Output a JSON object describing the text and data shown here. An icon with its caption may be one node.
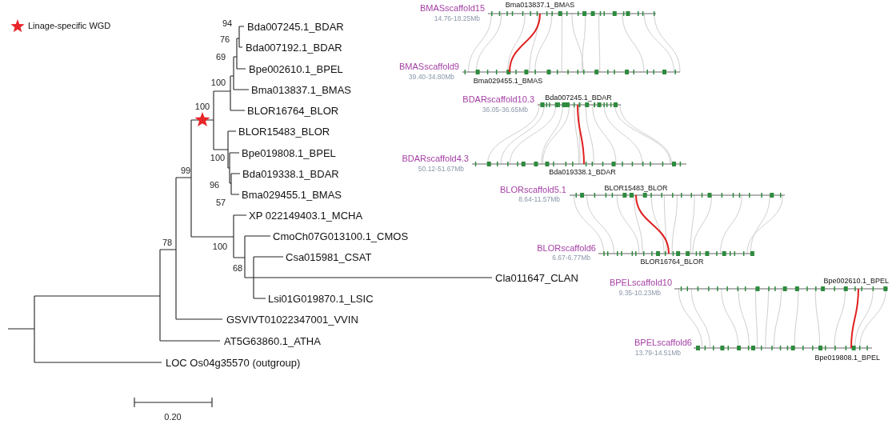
{
  "diagram": {
    "labels": [
      "94",
      "Bda007245.1_BDAR",
      "76",
      "Bda007192.1_BDAR",
      "69",
      "Bpe002610.1_BPEL",
      "100",
      "Bma013837.1_BMAS",
      "100",
      "BLOR16764_BLOR",
      "BLOR15483_BLOR",
      "100",
      "Bpe019808.1_BPEL",
      "Bda019338.1_BDAR",
      "96",
      "Bma029455.1_BMAS",
      "99",
      "57",
      "XP 022149403.1_MCHA",
      "CmoCh07G013100.1_CMOS",
      "78",
      "100",
      "Csa015981_CSAT",
      "68",
      "Cla011647_CLAN",
      "Lsi01G019870.1_LSIC",
      "GSVIVT01022347001_VVIN",
      "AT5G63860.1_ATHA",
      "LOC Os04g35570 (outgroup)",
      "0.20",
      "BMASscaffold15",
      "14.76-18.25Mb",
      "Bma013837.1_BMAS",
      "BMASscaffold9",
      "39.40-34.80Mb",
      "Bma029455.1_BMAS",
      "BDARscaffold10.3",
      "36.05-36.65Mb",
      "Bda007245.1_BDAR",
      "BDARscaffold4.3",
      "50.12-51.67Mb",
      "Bda019338.1_BDAR",
      "BLORscaffold5.1",
      "8.64-11.57Mb",
      "BLOR15483_BLOR",
      "BLORscaffold6",
      "6.67-6.77Mb",
      "BLOR16764_BLOR",
      "BPELscaffold10",
      "9.35-10.23Mb",
      "Bpe002610.1_BPEL",
      "BPELscaffold6",
      "13.79-14.51Mb",
      "Bpe019808.1_BPEL"
    ],
    "legend": [
      {
        "text": "Linage-specific WGD"
      }
    ]
  }
}
